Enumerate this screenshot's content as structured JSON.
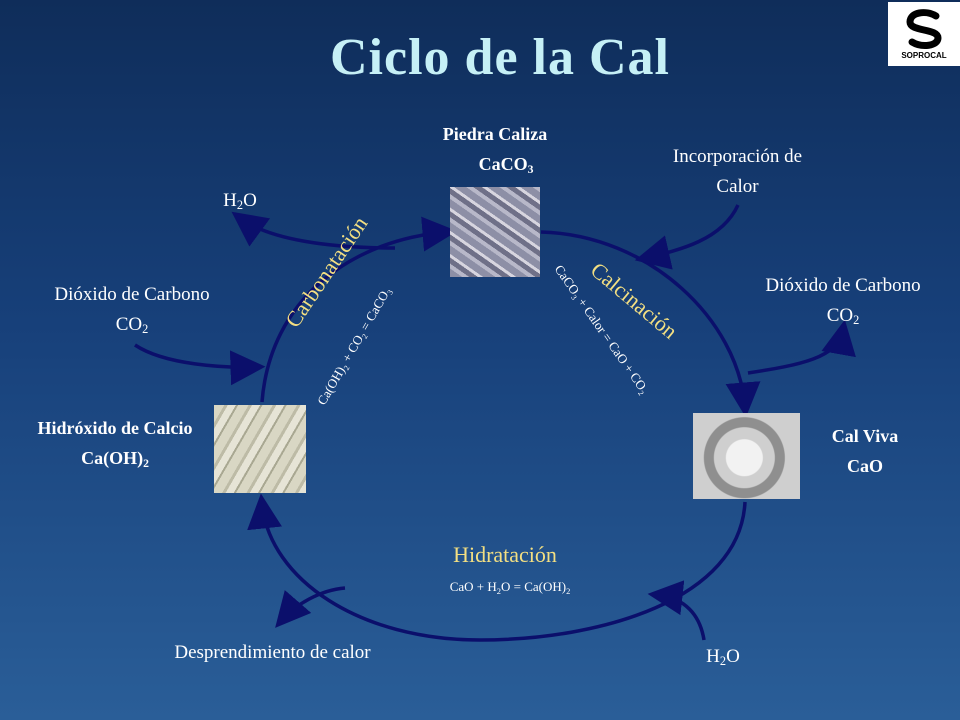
{
  "title": "Ciclo de la Cal",
  "logo": {
    "text": "SOPROCAL"
  },
  "nodes": {
    "piedra_caliza": {
      "name": "Piedra Caliza",
      "formula_main": "CaCO",
      "formula_sub": "3"
    },
    "hidroxido": {
      "name": "Hidróxido de Calcio",
      "formula_main": "Ca(OH)",
      "formula_sub": "2"
    },
    "cal_viva": {
      "name": "Cal Viva",
      "formula": "CaO"
    }
  },
  "processes": {
    "carbonatacion": {
      "name": "Carbonatación",
      "equation": "Ca(OH)₂ + CO₂ = CaCO₃"
    },
    "calcinacion": {
      "name": "Calcinación",
      "equation": "CaCO₃ + Calor = CaO + CO₂"
    },
    "hidratacion": {
      "name": "Hidratación",
      "equation_p1": "CaO + H",
      "equation_sub1": "2",
      "equation_p2": "O = Ca(OH)",
      "equation_sub2": "2"
    }
  },
  "inputs_outputs": {
    "h2o_top": {
      "main": "H",
      "sub": "2",
      "tail": "O"
    },
    "incorporacion": {
      "line1": "Incorporación de",
      "line2": "Calor"
    },
    "co2_left": {
      "line1": "Dióxido de Carbono",
      "main": "CO",
      "sub": "2"
    },
    "co2_right": {
      "line1": "Dióxido de Carbono",
      "main": "CO",
      "sub": "2"
    },
    "desprendimiento": {
      "text": "Desprendimiento de calor"
    },
    "h2o_bottom": {
      "main": "H",
      "sub": "2",
      "tail": "O"
    }
  },
  "colors": {
    "arrow": "#0b0f6b",
    "process_label": "#f3df82",
    "title": "#c6f0f6"
  }
}
